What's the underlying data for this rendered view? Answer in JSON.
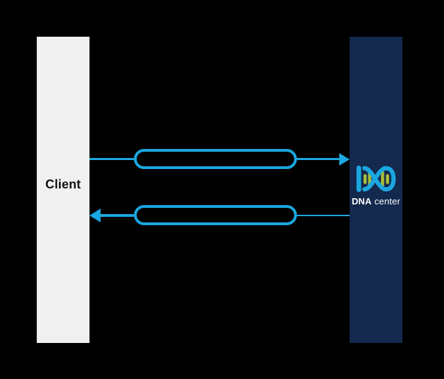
{
  "colors": {
    "background": "#000000",
    "accent_blue": "#1BA7E0",
    "navy": "#14294E",
    "light_bar": "#F0F0F0",
    "logo_green": "#A8BE39",
    "text_dark": "#111111",
    "text_light": "#FFFFFF"
  },
  "diagram": {
    "client": {
      "label": "Client"
    },
    "dna_center": {
      "brand": "DNA",
      "product": "center"
    },
    "messages": [
      {
        "direction": "right",
        "from": "Client",
        "to": "DNA center",
        "label": ""
      },
      {
        "direction": "left",
        "from": "DNA center",
        "to": "Client",
        "label": ""
      }
    ]
  }
}
